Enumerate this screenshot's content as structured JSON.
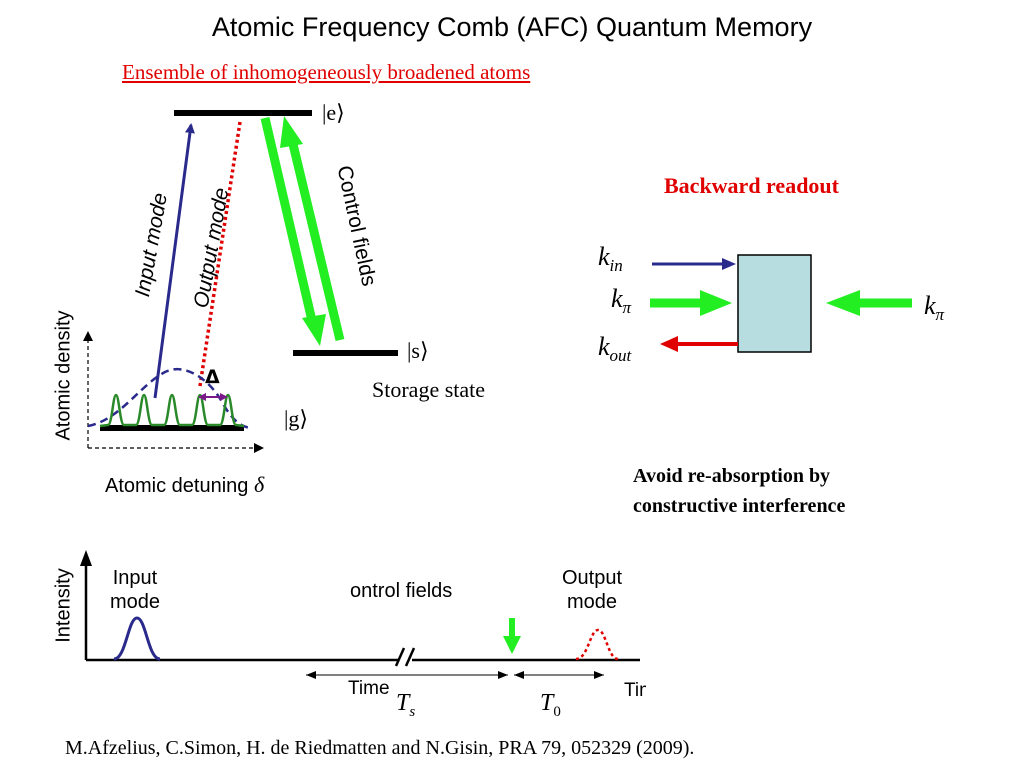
{
  "title": "Atomic Frequency Comb (AFC) Quantum Memory",
  "subtitle": "Ensemble of inhomogeneously broadened atoms",
  "levels": {
    "excited_ket": "|e⟩",
    "storage_ket": "|s⟩",
    "ground_ket": "|g⟩",
    "storage_label": "Storage state"
  },
  "transitions": {
    "input_mode": "Input mode",
    "output_mode": "Output mode",
    "control_fields": "Control fields"
  },
  "comb": {
    "y_axis": "Atomic density",
    "x_axis": "Atomic detuning",
    "x_symbol": "δ",
    "delta": "Δ"
  },
  "readout": {
    "title": "Backward readout",
    "k_in": "k",
    "k_in_sub": "in",
    "k_pi": "k",
    "k_pi_sub": "π",
    "k_out": "k",
    "k_out_sub": "out",
    "note_line1": "Avoid re-absorption by",
    "note_line2": "constructive interference"
  },
  "timeline": {
    "y_axis": "Intensity",
    "input_mode_line1": "Input",
    "input_mode_line2": "mode",
    "control_fields": "ontrol fields",
    "output_mode_line1": "Output",
    "output_mode_line2": "mode",
    "time_label_1": "Time",
    "time_label_2": "Time",
    "ts": "T",
    "ts_sub": "s",
    "t0": "T",
    "t0_sub": "0"
  },
  "citation": "M.Afzelius, C.Simon, H. de Riedmatten and N.Gisin, PRA 79, 052329 (2009).",
  "colors": {
    "input_blue": "#2a2a8c",
    "output_red": "#e00000",
    "control_green": "#22ee22",
    "comb_green": "#2a8a2a",
    "box_fill": "#b8dde0"
  }
}
